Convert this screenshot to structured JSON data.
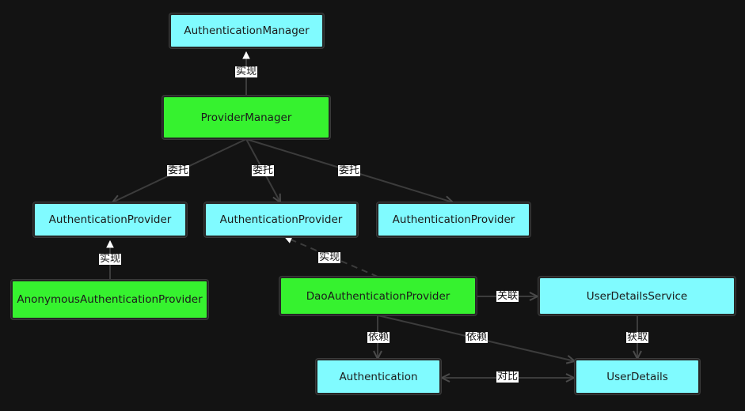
{
  "nodes": {
    "authentication_manager": "AuthenticationManager",
    "provider_manager": "ProviderManager",
    "auth_provider_left": "AuthenticationProvider",
    "auth_provider_middle": "AuthenticationProvider",
    "auth_provider_right": "AuthenticationProvider",
    "anonymous_auth_provider": "AnonymousAuthenticationProvider",
    "dao_auth_provider": "DaoAuthenticationProvider",
    "user_details_service": "UserDetailsService",
    "authentication": "Authentication",
    "user_details": "UserDetails"
  },
  "edge_labels": {
    "implements_manager": "实现",
    "delegate_left": "委托",
    "delegate_middle": "委托",
    "delegate_right": "委托",
    "implements_anonymous": "实现",
    "implements_dao": "实现",
    "associates": "关联",
    "depends_authentication": "依赖",
    "depends_user_details": "依赖",
    "obtains": "获取",
    "compares": "对比"
  },
  "colors": {
    "background": "#131313",
    "cyan_node": "#80fbff",
    "green_node": "#36f22f",
    "edge": "#3c3c3c",
    "label_bg": "#ffffff"
  }
}
